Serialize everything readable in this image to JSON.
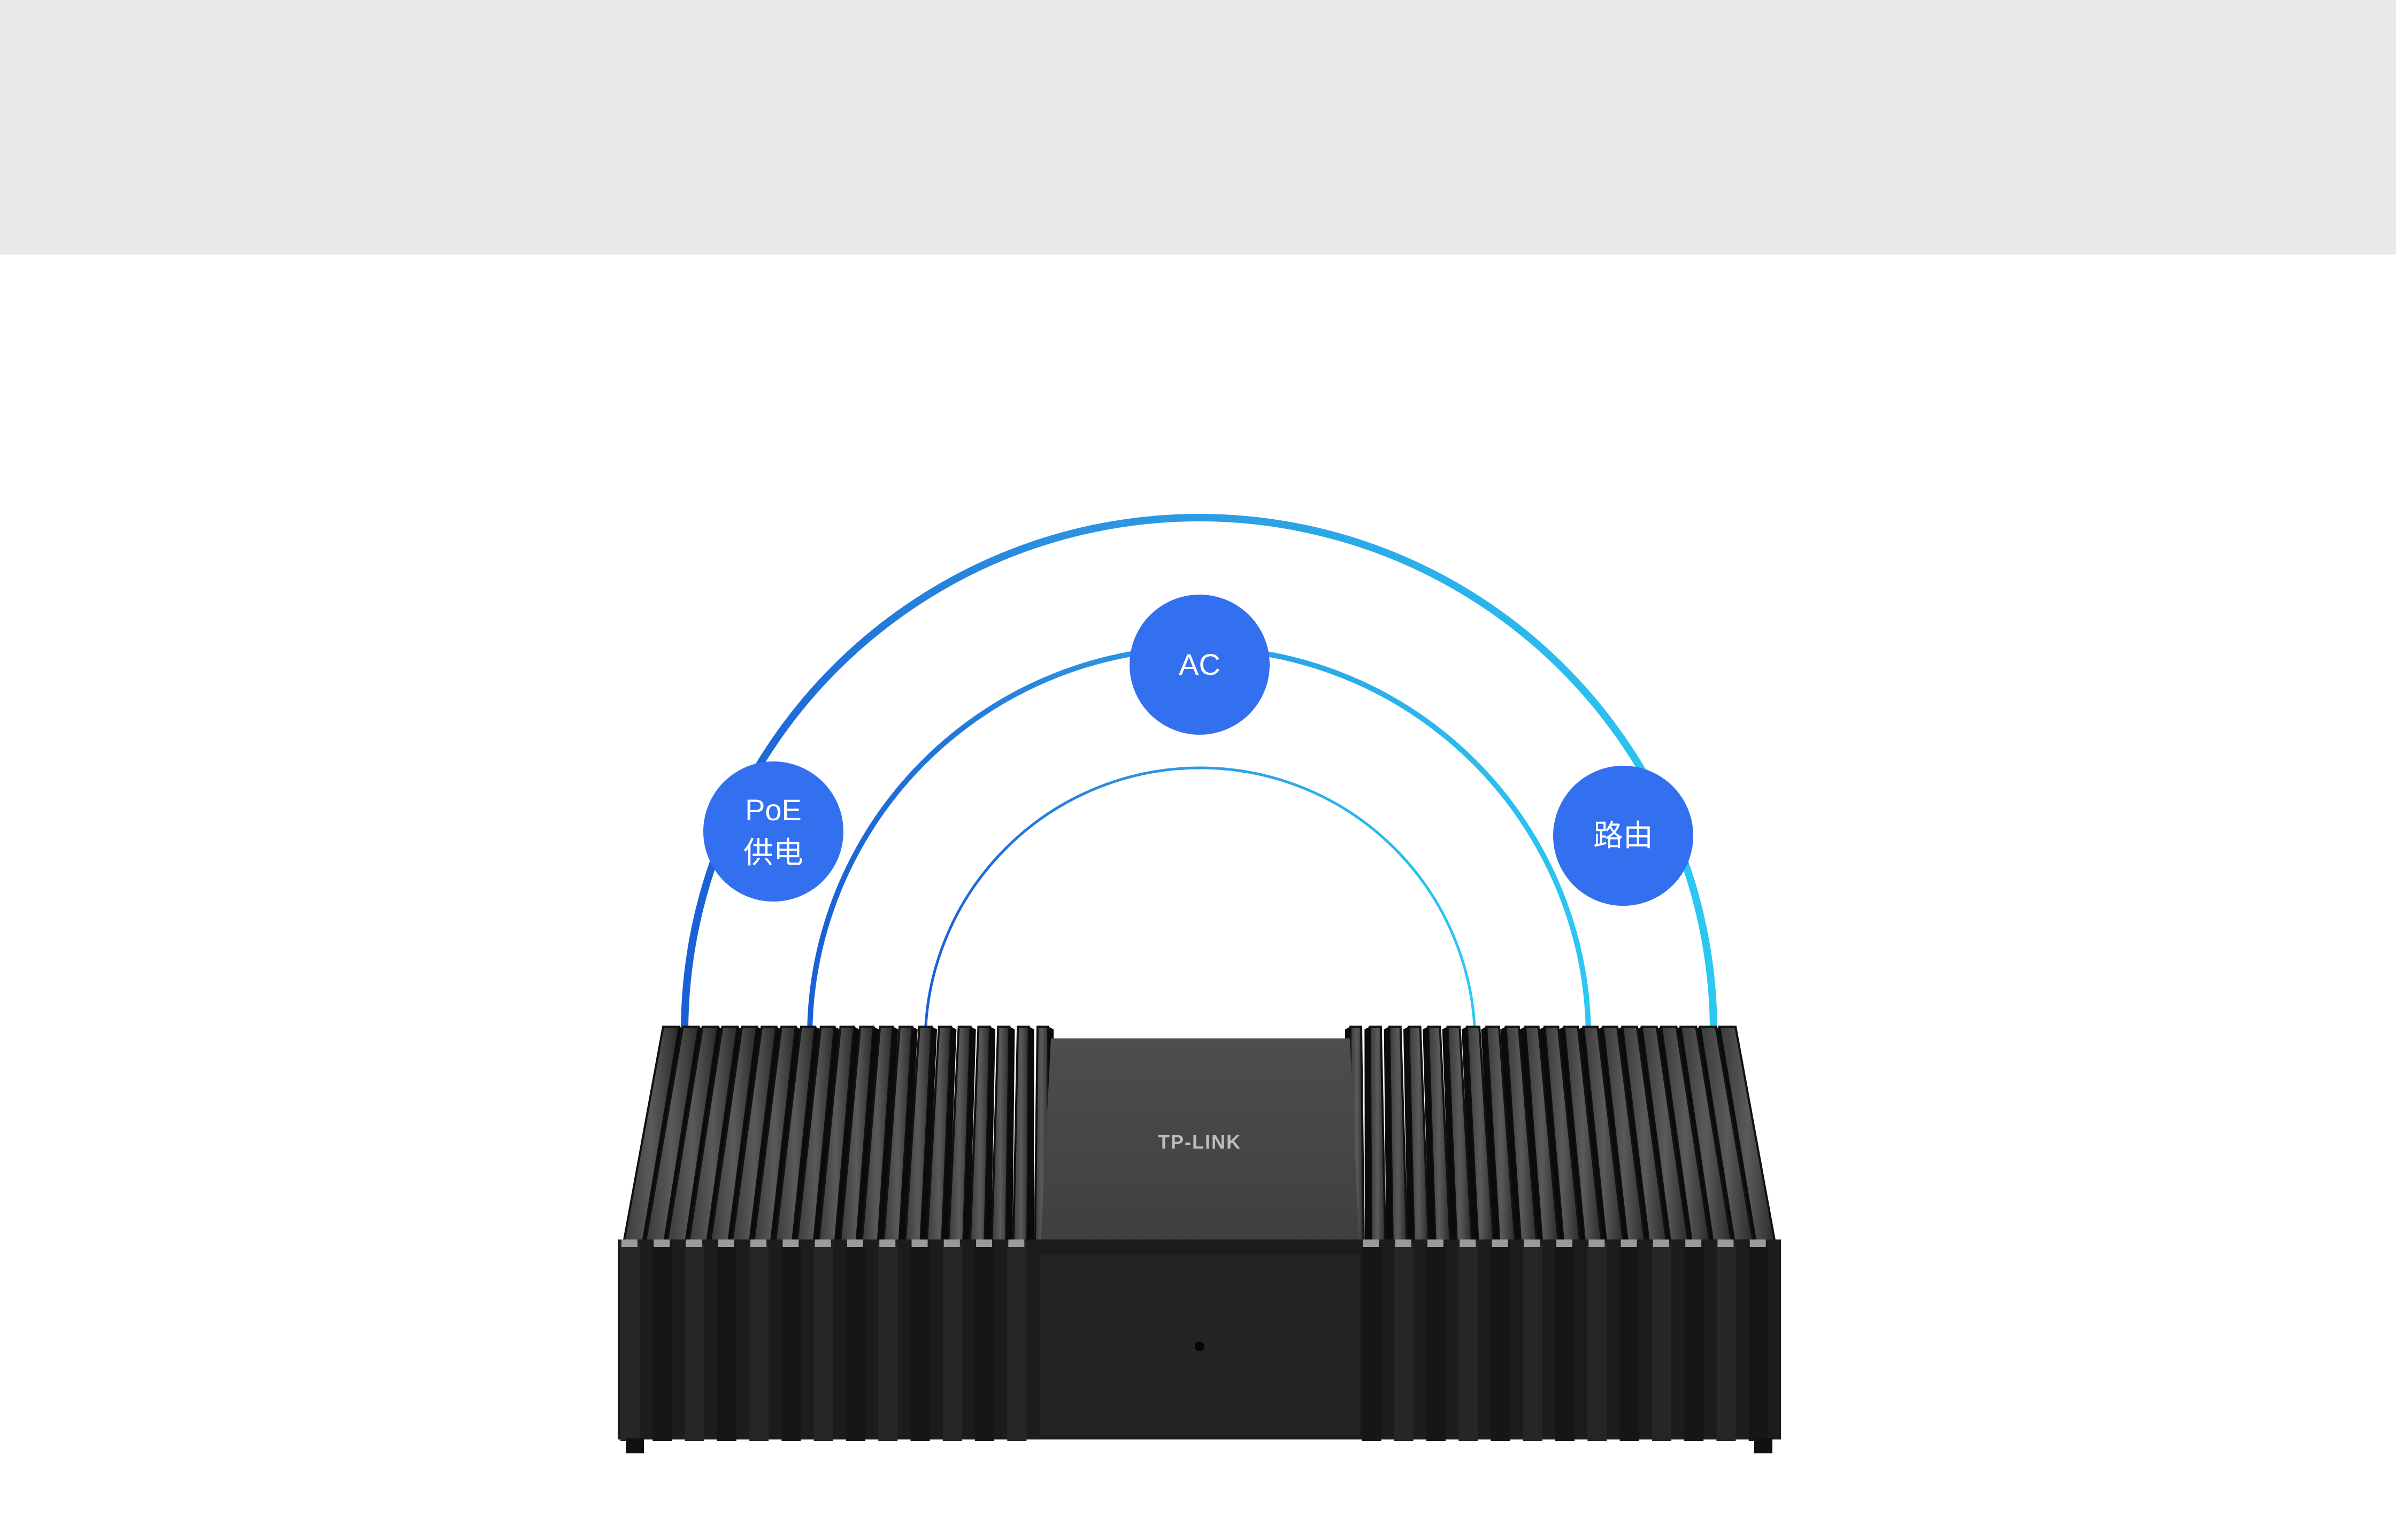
{
  "product": {
    "brand_logo_text": "TP-LINK"
  },
  "badges": [
    {
      "id": "poe",
      "lines": [
        "PoE",
        "供电"
      ]
    },
    {
      "id": "ac",
      "lines": [
        "AC"
      ]
    },
    {
      "id": "router",
      "lines": [
        "路由"
      ]
    }
  ],
  "colors": {
    "badge_fill": "#3370f0",
    "arc_start": "#1a5fd6",
    "arc_end": "#2bc8f2",
    "device_body": "#1e1e1e",
    "device_panel": "#4a4a4a",
    "band": "#e8e8e8"
  }
}
